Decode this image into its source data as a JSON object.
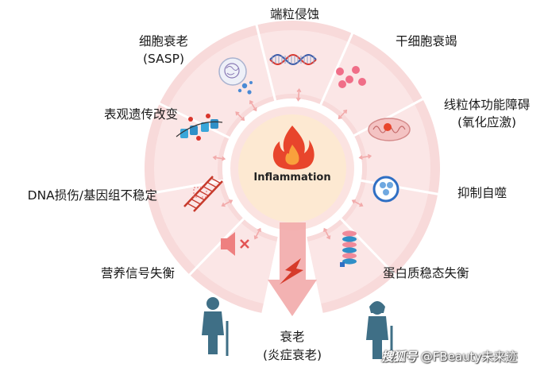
{
  "center": {
    "label": "Inflammation"
  },
  "factors": {
    "telomere": "端粒侵蚀",
    "senescence": "细胞衰老",
    "senescence_sub": "(SASP)",
    "stem_cell": "干细胞衰竭",
    "epigenetic": "表观遗传改变",
    "mitochondria": "线粒体功能障碍",
    "mitochondria_sub": "(氧化应激)",
    "dna": "DNA损伤/基因组不稳定",
    "autophagy": "抑制自噬",
    "nutrient": "营养信号失衡",
    "proteostasis": "蛋白质稳态失衡"
  },
  "outcome": {
    "label": "衰老",
    "sub": "(炎症衰老)"
  },
  "watermark": {
    "logo": "搜狐号",
    "text": "@FBeauty未来迹"
  },
  "colors": {
    "ring_outer": "#f8dada",
    "ring_band": "#fbe8e8",
    "ring_line": "#ffffff",
    "center_fill": "#fde9d2",
    "center_ring": "#fbe3e1",
    "arrow": "#f2aaaa",
    "flame_outer": "#e8452c",
    "flame_inner": "#f9a03c",
    "person": "#3f6f86"
  }
}
